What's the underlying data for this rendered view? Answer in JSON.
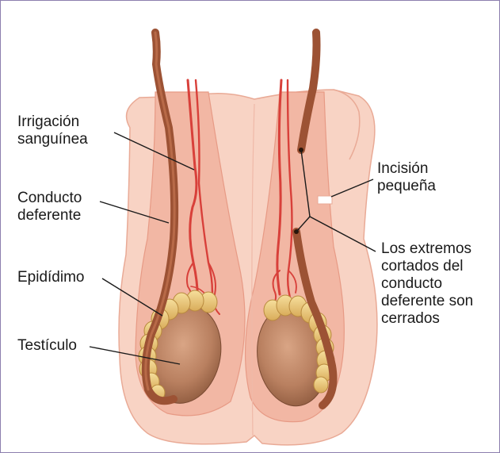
{
  "labels": {
    "blood_supply": [
      "Irrigación",
      "sanguínea"
    ],
    "vas_deferens": [
      "Conducto",
      "deferente"
    ],
    "epididymis": [
      "Epidídimo"
    ],
    "testicle": [
      "Testículo"
    ],
    "incision": [
      "Incisión",
      "pequeña"
    ],
    "cut_ends": [
      "Los extremos",
      "cortados del",
      "conducto",
      "deferente son",
      "cerrados"
    ]
  },
  "colors": {
    "frame_border": "#8d7fae",
    "scrotum_skin": "#f8d3c4",
    "vas_deferens": "#9c5234",
    "blood_vessel": "#d8403a",
    "testicle": "#b98060",
    "epididymis": "#efcf86"
  }
}
